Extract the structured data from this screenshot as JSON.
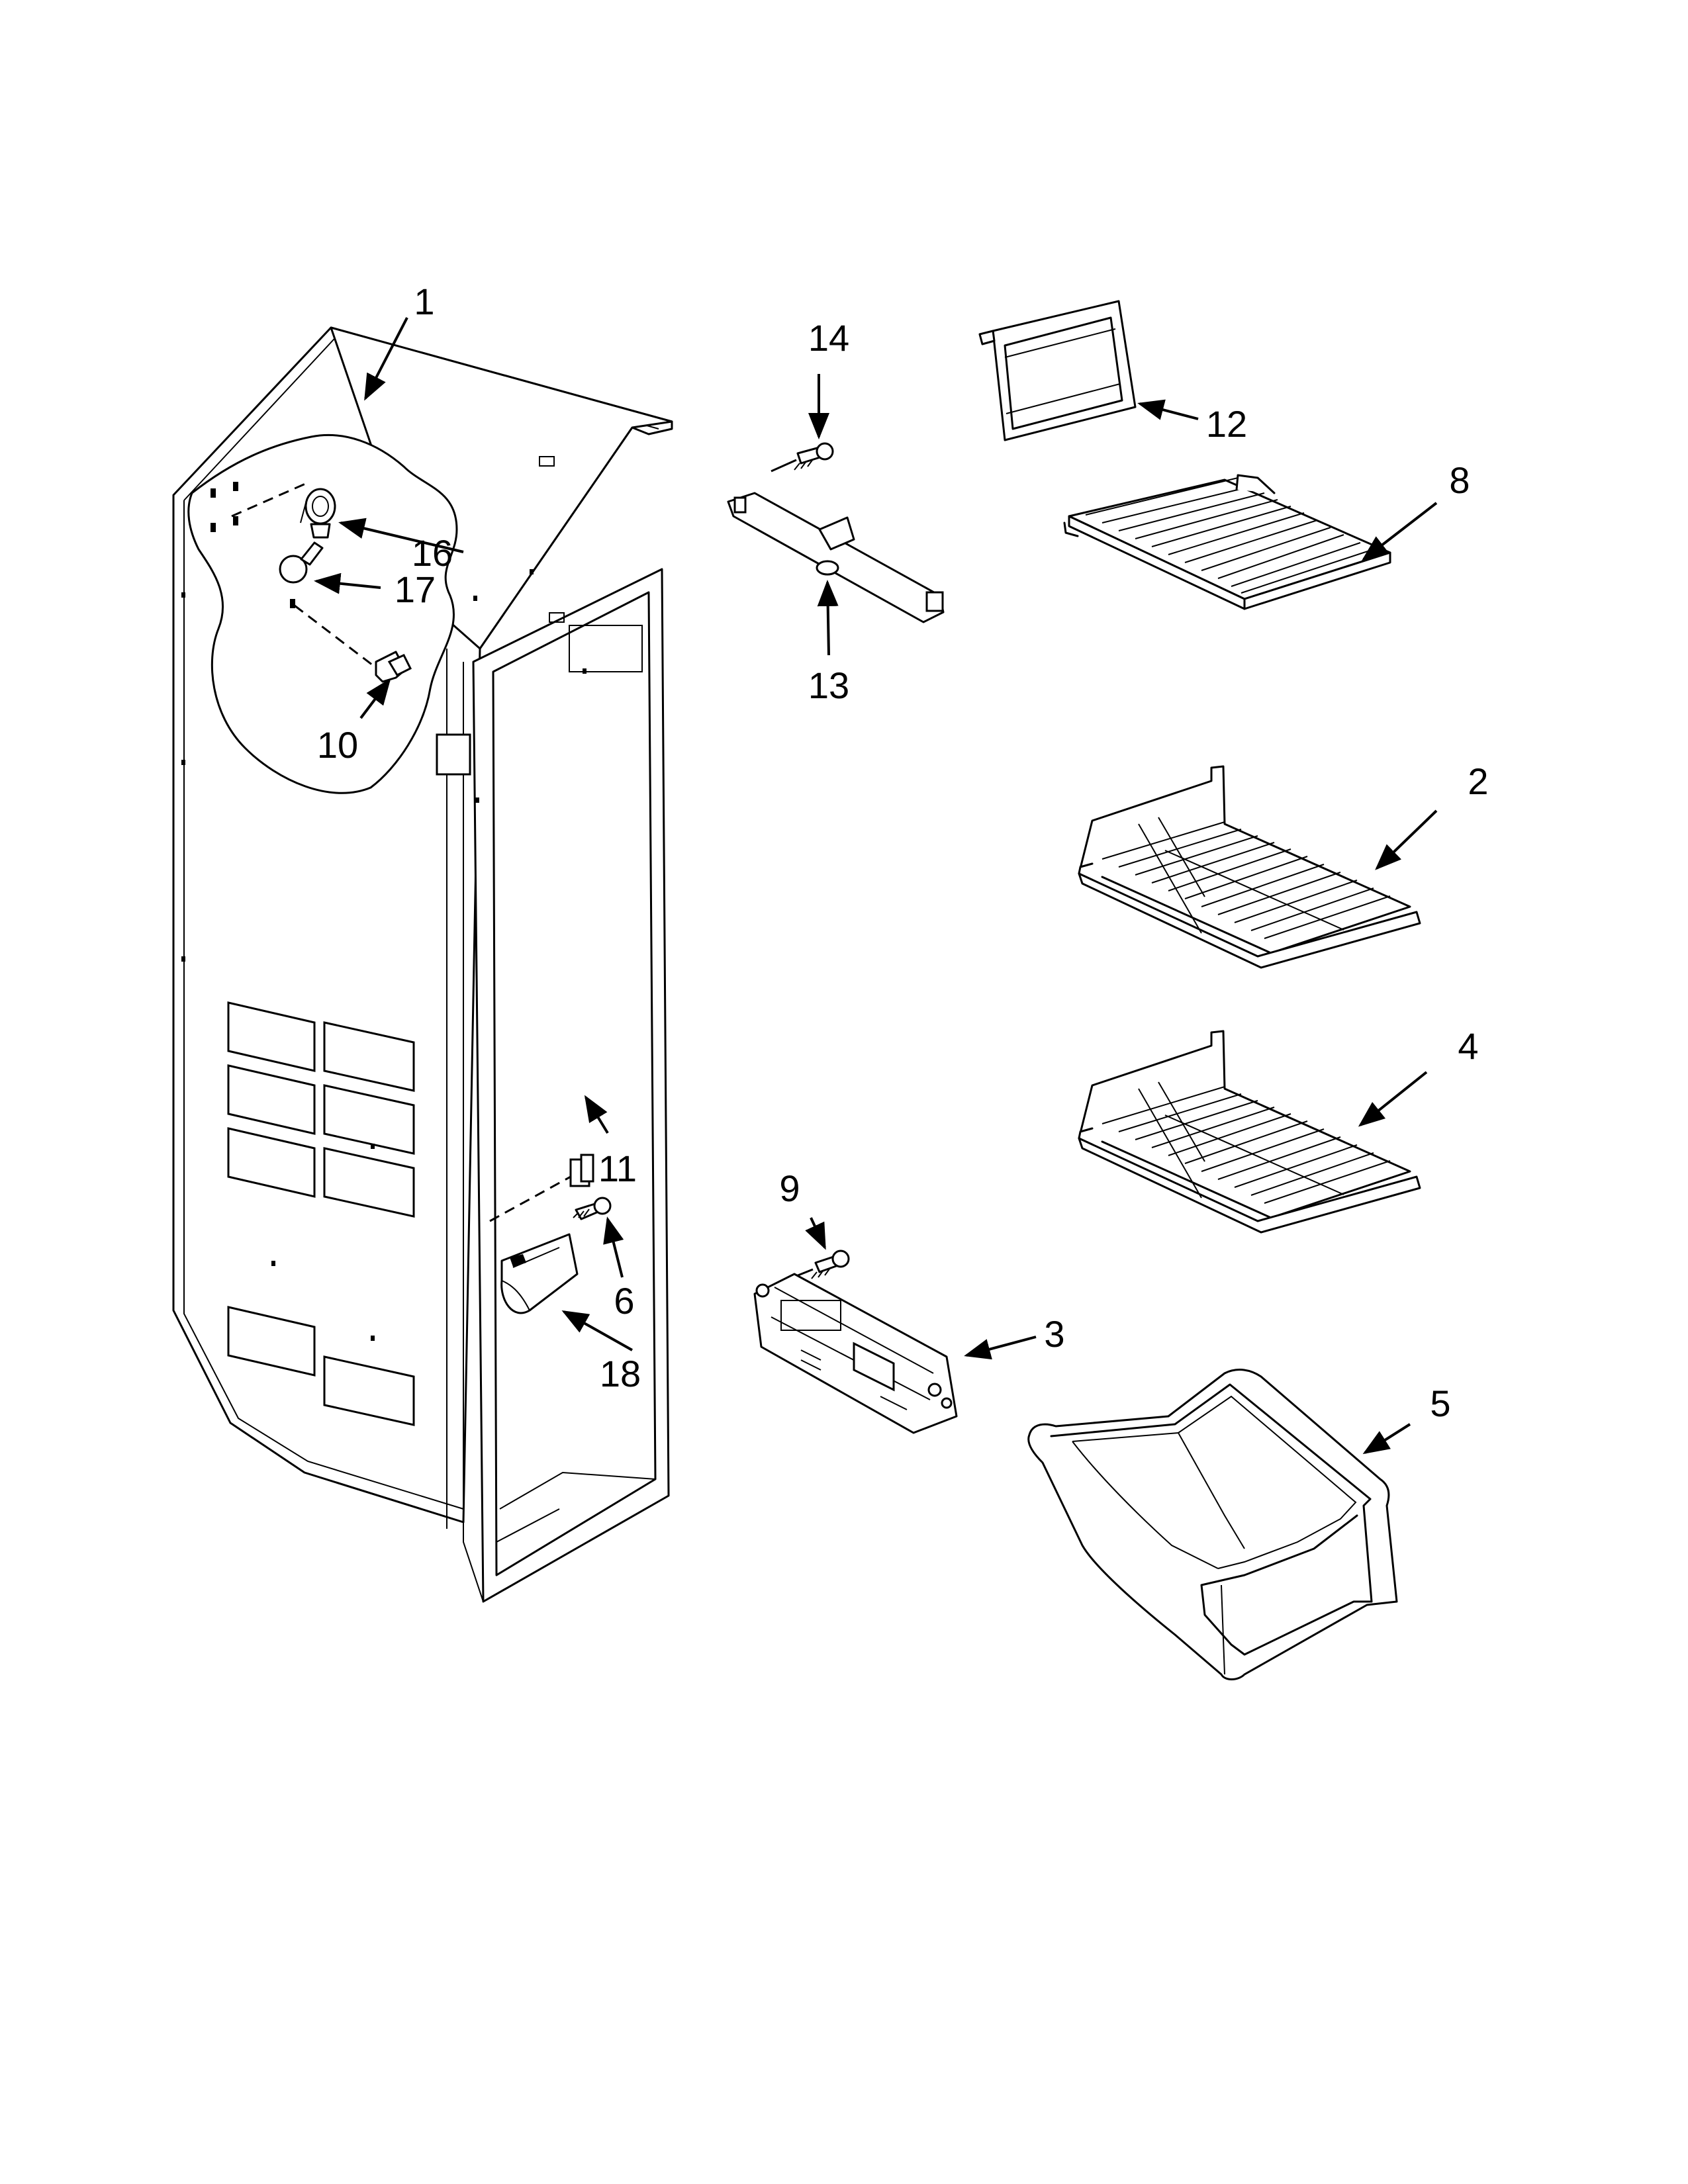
{
  "diagram": {
    "callouts": [
      {
        "id": "c1",
        "label": "1"
      },
      {
        "id": "c2",
        "label": "2"
      },
      {
        "id": "c3",
        "label": "3"
      },
      {
        "id": "c4",
        "label": "4"
      },
      {
        "id": "c5",
        "label": "5"
      },
      {
        "id": "c6",
        "label": "6"
      },
      {
        "id": "c8",
        "label": "8"
      },
      {
        "id": "c9",
        "label": "9"
      },
      {
        "id": "c10",
        "label": "10"
      },
      {
        "id": "c11",
        "label": "11"
      },
      {
        "id": "c12",
        "label": "12"
      },
      {
        "id": "c13",
        "label": "13"
      },
      {
        "id": "c14",
        "label": "14"
      },
      {
        "id": "c16",
        "label": "16"
      },
      {
        "id": "c17",
        "label": "17"
      },
      {
        "id": "c18",
        "label": "18"
      }
    ]
  }
}
